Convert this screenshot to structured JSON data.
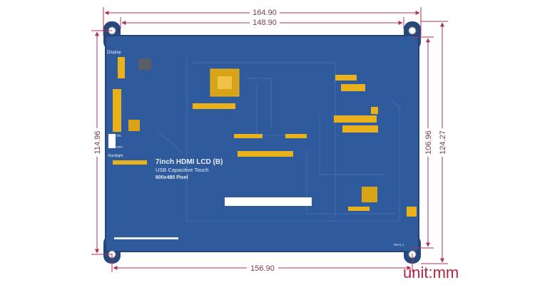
{
  "dimensions": {
    "top_outer": "164.90",
    "top_inner": "148.90",
    "bottom": "156.90",
    "left": "114.96",
    "right_inner": "106.96",
    "right_outer": "124.27"
  },
  "board": {
    "title": "7inch HDMI LCD (B)",
    "line2": "USB Capacitive Touch",
    "line3": "800x480 Pixel",
    "display_label": "Display",
    "backlight_label": "Backlight",
    "on_label": "ON",
    "off_label": "OFF",
    "rev_label": "Rev1.1"
  },
  "unit_label": "unit:mm",
  "colors": {
    "board": "#2f5b9c",
    "dimension": "#b0305a",
    "pad": "#e9b21c"
  }
}
